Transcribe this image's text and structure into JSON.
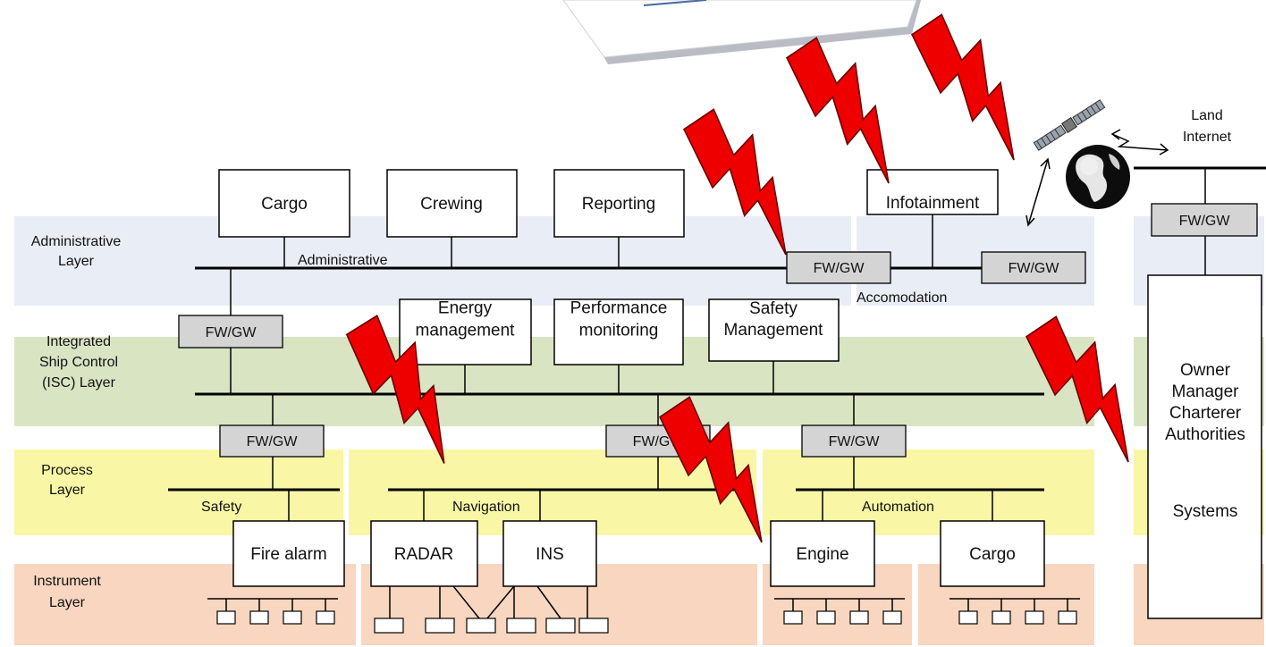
{
  "layers": {
    "administrative": "Administrative Layer",
    "isc": "Integrated Ship Control (ISC) Layer",
    "process": "Process Layer",
    "instrument": "Instrument Layer"
  },
  "colors": {
    "administrative": "#e9edf5",
    "isc": "#d9e4c3",
    "process": "#f9f7a5",
    "instrument": "#f8d6bf",
    "gateway": "#d4d4d4",
    "attack": "#ee0000"
  },
  "admin_systems": [
    "Cargo",
    "Crewing",
    "Reporting",
    "Infotainment"
  ],
  "isc_systems": [
    "Energy management",
    "Performance monitoring",
    "Safety Management"
  ],
  "process_systems": [
    "Fire alarm",
    "RADAR",
    "INS",
    "Engine",
    "Cargo"
  ],
  "networks": {
    "administrative": "Administrative",
    "accommodation": "Accomodation",
    "safety": "Safety",
    "navigation": "Navigation",
    "automation": "Automation"
  },
  "gateway_label": "FW/GW",
  "shore": {
    "internet": "Land Internet",
    "parties": "Owner Manager Charterer Authorities",
    "systems": "Systems"
  },
  "icons": [
    "satellite-icon",
    "globe-icon",
    "lightning-bolt-icon",
    "document-icon"
  ]
}
